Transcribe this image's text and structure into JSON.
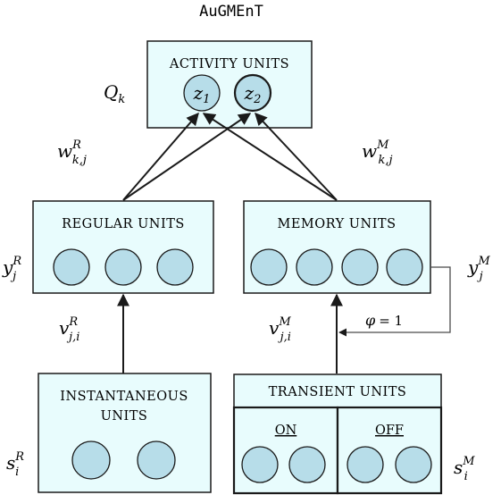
{
  "title": "AuGMEnT",
  "boxes": {
    "activity": {
      "label": "ACTIVITY UNITS",
      "units": [
        {
          "var": "z",
          "sub": "1"
        },
        {
          "var": "z",
          "sub": "2"
        }
      ]
    },
    "regular": {
      "label": "REGULAR UNITS"
    },
    "memory": {
      "label": "MEMORY UNITS"
    },
    "instantaneous": {
      "label_line1": "INSTANTANEOUS",
      "label_line2": "UNITS"
    },
    "transient": {
      "label": "TRANSIENT UNITS",
      "on": "ON",
      "off": "OFF"
    }
  },
  "math_labels": {
    "q": {
      "base": "Q",
      "sub": "k",
      "sup": ""
    },
    "w_r": {
      "base": "w",
      "sub": "k,j",
      "sup": "R"
    },
    "w_m": {
      "base": "w",
      "sub": "k,j",
      "sup": "M"
    },
    "y_r": {
      "base": "y",
      "sub": "j",
      "sup": "R"
    },
    "y_m": {
      "base": "y",
      "sub": "j",
      "sup": "M"
    },
    "v_r": {
      "base": "v",
      "sub": "j,i",
      "sup": "R"
    },
    "v_m": {
      "base": "v",
      "sub": "j,i",
      "sup": "M"
    },
    "s_r": {
      "base": "s",
      "sub": "i",
      "sup": "R"
    },
    "s_m": {
      "base": "s",
      "sub": "i",
      "sup": "M"
    }
  },
  "feedback": {
    "symbol": "φ",
    "equals": "= 1"
  },
  "colors": {
    "box_fill": "#e8fcfd",
    "unit_fill": "#b7dde9",
    "stroke": "#1a1a1a"
  }
}
